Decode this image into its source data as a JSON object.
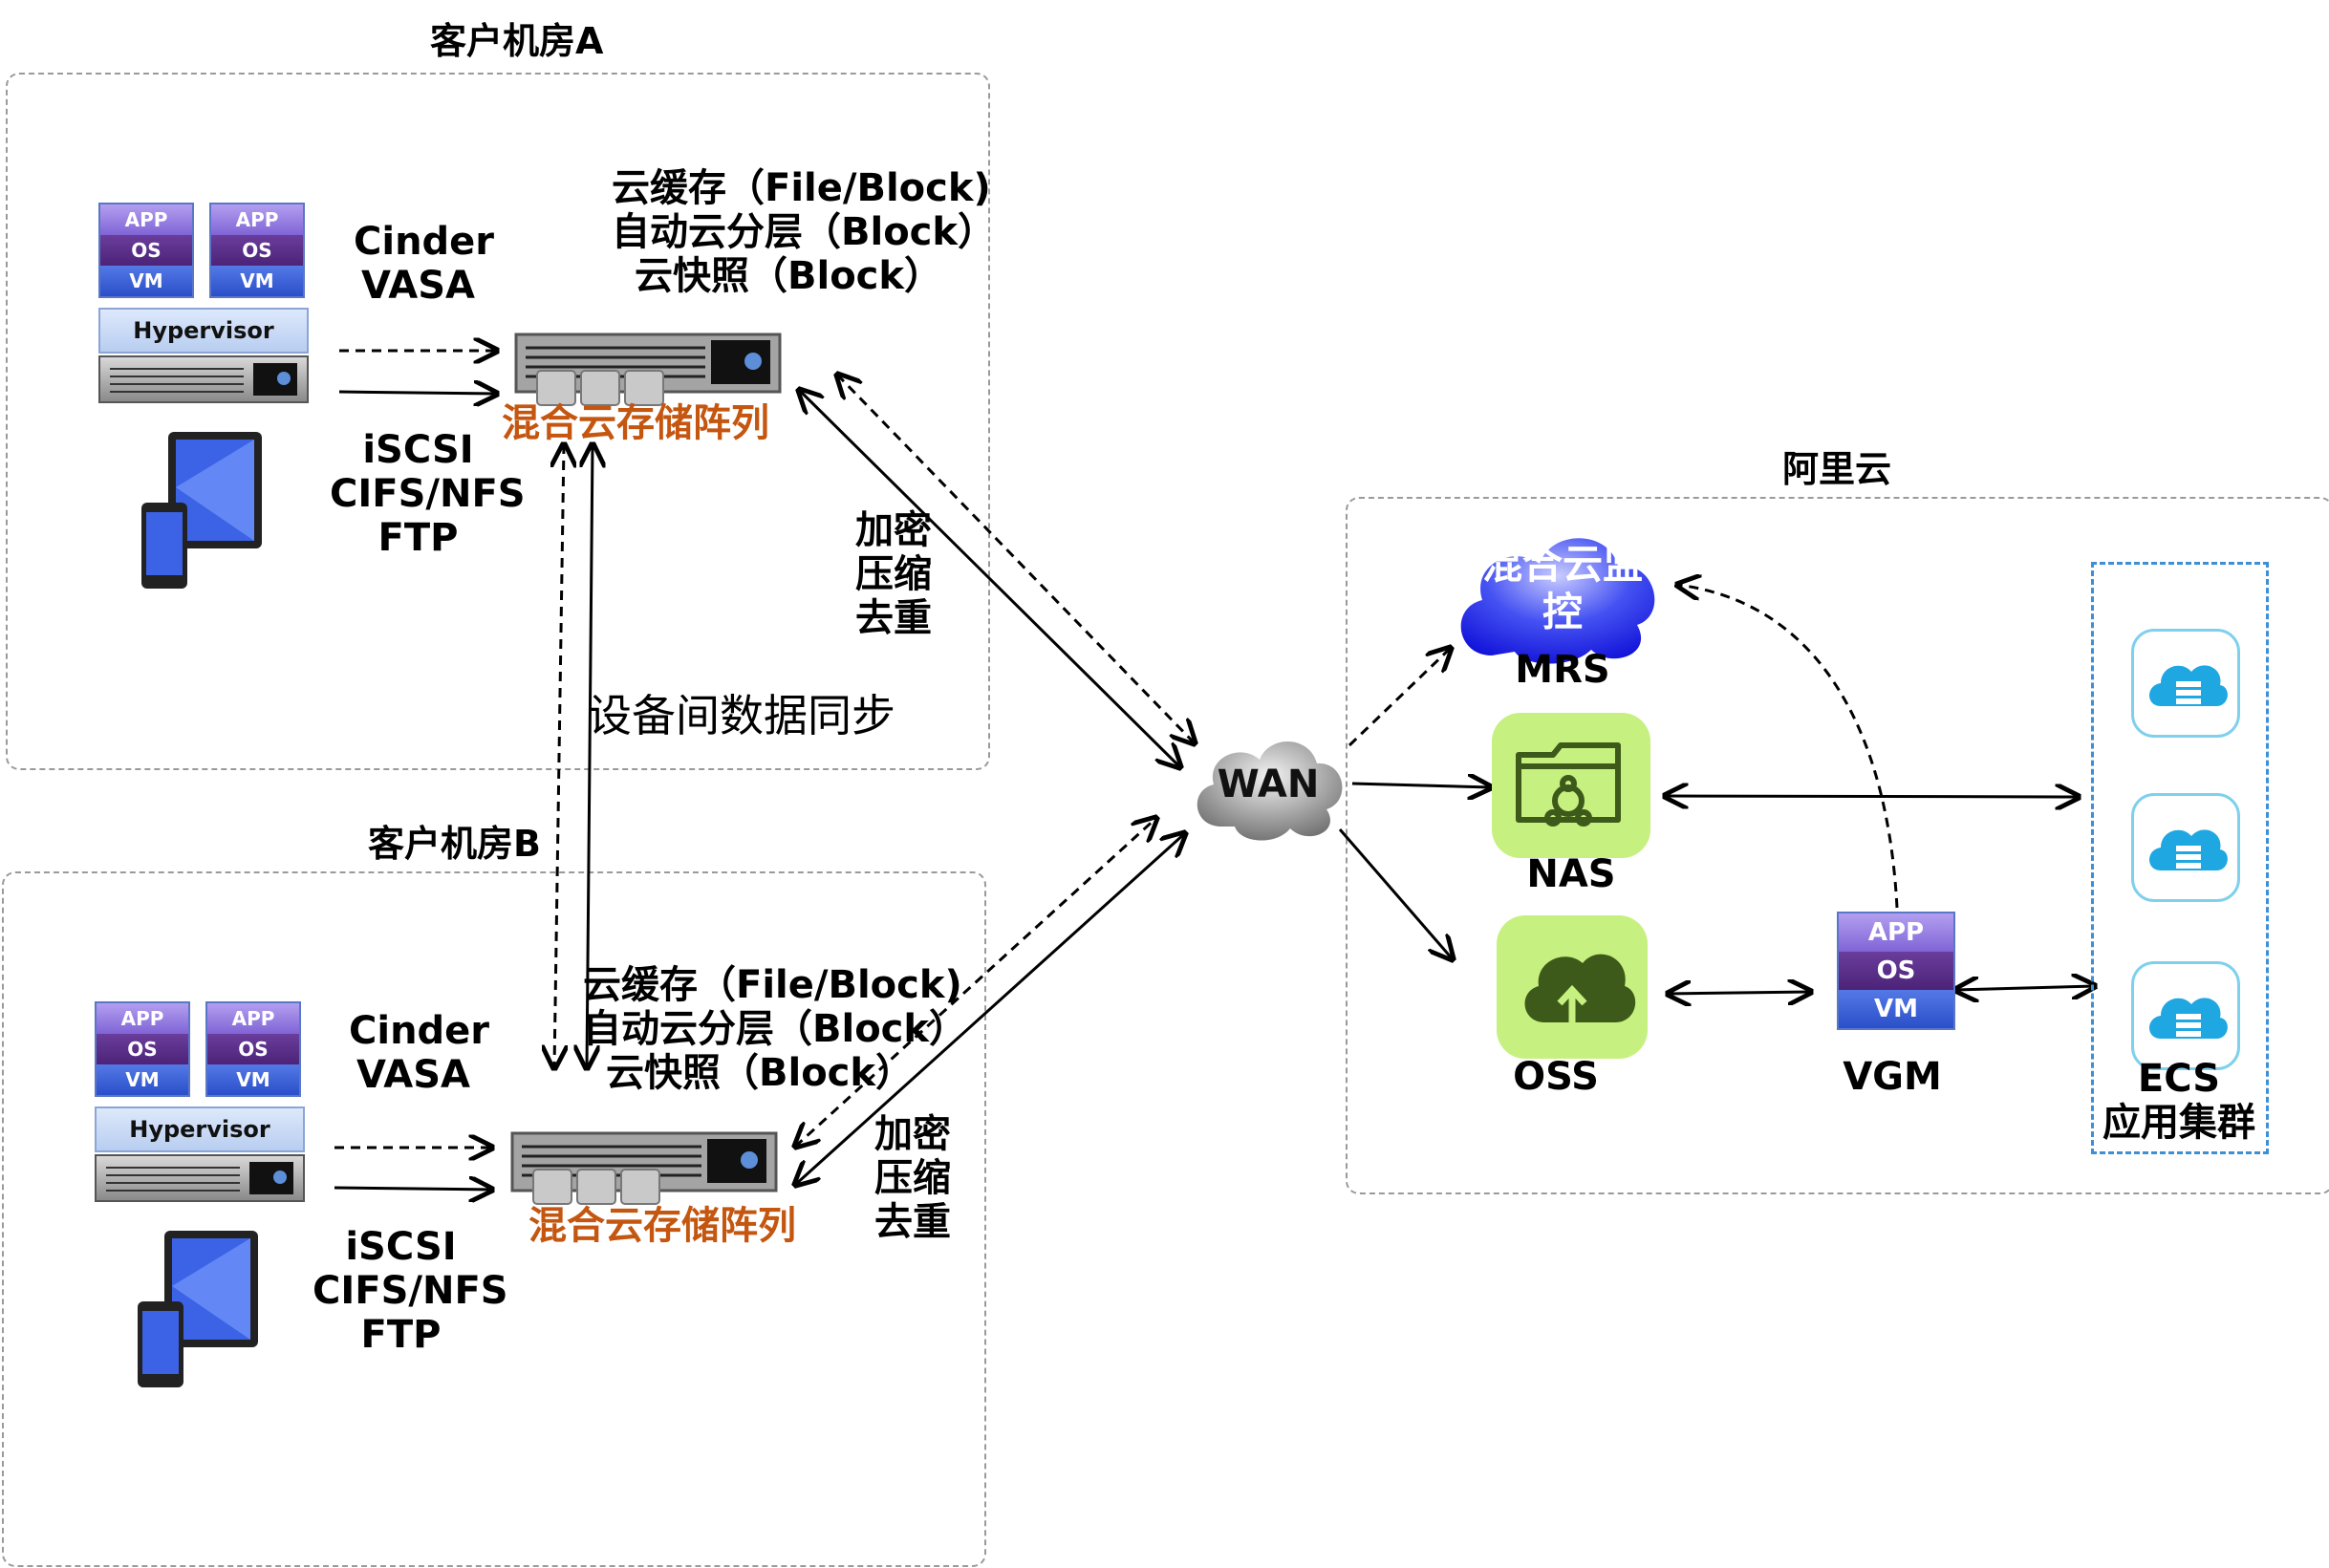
{
  "room_a": {
    "title": "客户机房A",
    "vm_stack": {
      "app": "APP",
      "os": "OS",
      "vm": "VM",
      "hypervisor": "Hypervisor"
    },
    "protocol_top": [
      "Cinder",
      "VASA"
    ],
    "protocol_bottom": [
      "iSCSI",
      "CIFS/NFS",
      "FTP"
    ],
    "features": [
      "云缓存（File/Block)",
      "自动云分层（Block）",
      "云快照（Block）"
    ],
    "array_label": "混合云存储阵列",
    "link_label": [
      "加密",
      "压缩",
      "去重"
    ]
  },
  "room_b": {
    "title": "客户机房B",
    "vm_stack": {
      "app": "APP",
      "os": "OS",
      "vm": "VM",
      "hypervisor": "Hypervisor"
    },
    "protocol_top": [
      "Cinder",
      "VASA"
    ],
    "protocol_bottom": [
      "iSCSI",
      "CIFS/NFS",
      "FTP"
    ],
    "features": [
      "云缓存（File/Block)",
      "自动云分层（Block）",
      "云快照（Block）"
    ],
    "array_label": "混合云存储阵列",
    "link_label": [
      "加密",
      "压缩",
      "去重"
    ]
  },
  "sync_label": "设备间数据同步",
  "wan_label": "WAN",
  "aliyun": {
    "title": "阿里云",
    "monitor_cloud": [
      "混合云监",
      "控"
    ],
    "mrs_label": "MRS",
    "nas_label": "NAS",
    "oss_label": "OSS",
    "vgm_label": "VGM",
    "vgm_stack": {
      "app": "APP",
      "os": "OS",
      "vm": "VM"
    },
    "ecs_label": [
      "ECS",
      "应用集群"
    ]
  },
  "colors": {
    "dashed_border": "#9a9a9a",
    "array_label": "#c4560f",
    "tile_green": "#c6f07f",
    "icon_green": "#3d5a1a",
    "ecs_blue": "#3d8fd6",
    "cloud_blue": "#2f3cf0"
  }
}
